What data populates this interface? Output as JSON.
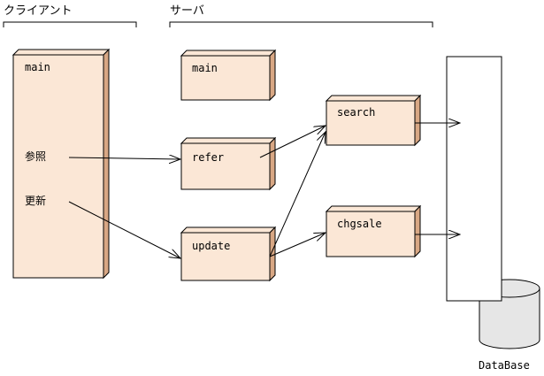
{
  "headers": {
    "client": "クライアント",
    "server": "サーバ"
  },
  "client_box": {
    "title": "main",
    "items": [
      "参照",
      "更新"
    ]
  },
  "server_boxes": {
    "main": "main",
    "refer": "refer",
    "update": "update",
    "search": "search",
    "chgsale": "chgsale"
  },
  "database": {
    "label": "DataBase"
  },
  "colors": {
    "box_front": "#FBE7D6",
    "box_side": "#D8A784",
    "database_fill": "#E6E6E6",
    "line": "#000000"
  }
}
